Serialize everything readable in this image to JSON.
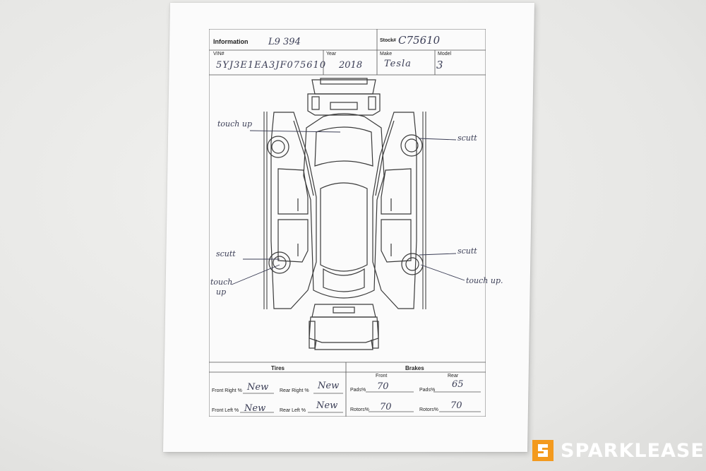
{
  "header": {
    "information_label": "Information",
    "information_value": "L9 394",
    "stock_label": "Stock#",
    "stock_value": "C75610",
    "vin_label": "VIN#",
    "vin_value": "5YJ3E1EA3JF075610",
    "year_label": "Year",
    "year_value": "2018",
    "make_label": "Make",
    "make_value": "Tesla",
    "model_label": "Model",
    "model_value": "3"
  },
  "annotations": {
    "top_left": "touch up",
    "top_right": "scutt",
    "bottom_left_1": "scutt",
    "bottom_left_2_line1": "touch",
    "bottom_left_2_line2": "up",
    "bottom_right_1": "scutt",
    "bottom_right_2": "touch up."
  },
  "tires": {
    "heading": "Tires",
    "front_right_label": "Front Right %",
    "front_right_value": "New",
    "rear_right_label": "Rear Right %",
    "rear_right_value": "New",
    "front_left_label": "Front Left %",
    "front_left_value": "New",
    "rear_left_label": "Rear Left %",
    "rear_left_value": "New"
  },
  "brakes": {
    "heading": "Brakes",
    "front_label": "Front",
    "rear_label": "Rear",
    "front_pads_label": "Pads%",
    "front_pads_value": "70",
    "rear_pads_label": "Pads%",
    "rear_pads_value": "65",
    "front_rotors_label": "Rotors%",
    "front_rotors_value": "70",
    "rear_rotors_label": "Rotors%",
    "rear_rotors_value": "70"
  },
  "brand": {
    "name": "SPARKLEASE",
    "accent_color": "#f39a1e",
    "icon": "sparklease-logo-icon"
  }
}
